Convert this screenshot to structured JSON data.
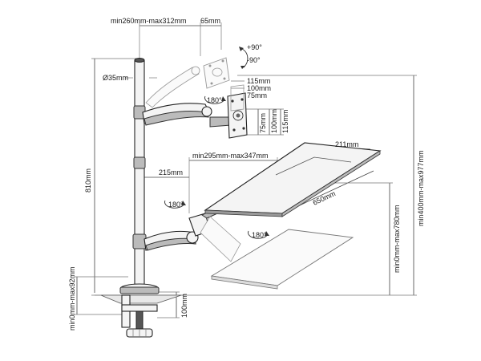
{
  "dimensions": {
    "arm_reach": "min260mm-max312mm",
    "vesa_offset": "65mm",
    "tilt_up": "+90°",
    "tilt_down": "-90°",
    "pole_diameter": "Ø35mm",
    "bracket_115": "115mm",
    "bracket_100": "100mm",
    "bracket_75": "75mm",
    "vesa_75": "75mm",
    "vesa_100": "100mm",
    "vesa_115": "115mm",
    "rotation_monitor": "180°",
    "pole_height": "810mm",
    "tray_depth": "211mm",
    "keyboard_arm_reach": "min295mm-max347mm",
    "arm_offset": "215mm",
    "rotation_arm": "180°",
    "tray_width": "650mm",
    "tray_height_range": "min400mm-max977mm",
    "rotation_tray": "180°",
    "tray_height_low": "min0mm-max780mm",
    "clamp_range": "min0mm-max92mm",
    "clamp_depth": "100mm"
  }
}
